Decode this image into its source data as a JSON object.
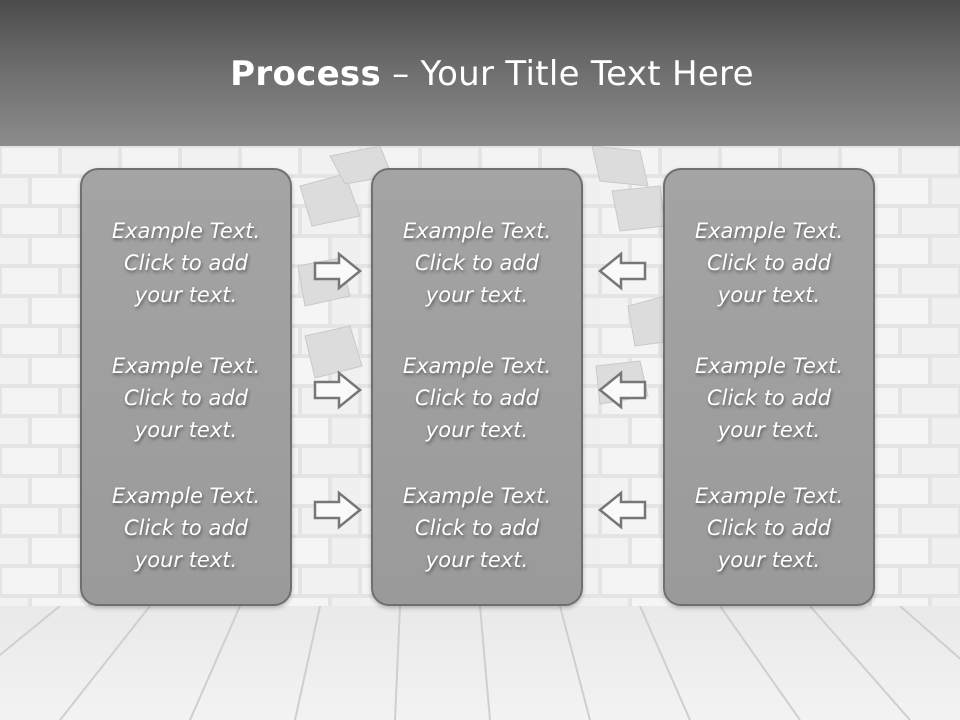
{
  "slide": {
    "title_bold": "Process",
    "title_rest": " – Your Title Text Here"
  },
  "panels": [
    {
      "items": [
        "Example Text.\nClick  to add\nyour text.",
        "Example Text.\nClick  to add\nyour text.",
        "Example Text.\nClick  to add\nyour text."
      ]
    },
    {
      "items": [
        "Example Text.\nClick  to add\nyour text.",
        "Example Text.\nClick  to add\nyour text.",
        "Example Text.\nClick  to add\nyour text."
      ]
    },
    {
      "items": [
        "Example Text.\nClick  to add\nyour text.",
        "Example Text.\nClick  to add\nyour text.",
        "Example Text.\nClick  to add\nyour text."
      ]
    }
  ],
  "arrows": {
    "left_column": "right-arrow-icon",
    "right_column": "left-arrow-icon"
  }
}
